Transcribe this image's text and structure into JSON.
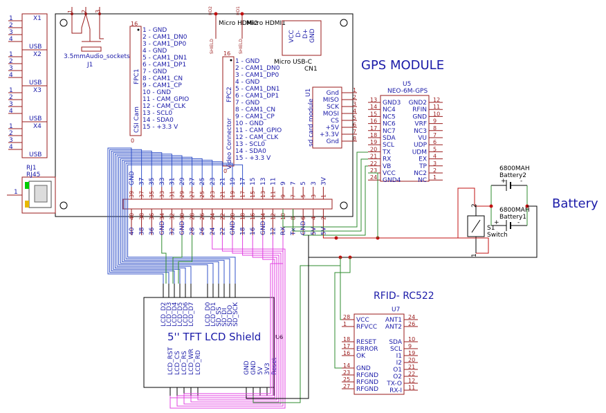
{
  "pi": {
    "jacks": [
      {
        "ref": "X1",
        "pins": [
          "1",
          "2",
          "3",
          "4"
        ],
        "name": "USB"
      },
      {
        "ref": "X2",
        "pins": [
          "1",
          "2",
          "3",
          "4"
        ],
        "name": "USB"
      },
      {
        "ref": "X3",
        "pins": [
          "1",
          "2",
          "3",
          "4"
        ],
        "name": "USB"
      },
      {
        "ref": "X4",
        "pins": [
          "1",
          "2",
          "3",
          "4"
        ],
        "name": "USB"
      }
    ],
    "rj": {
      "ref": "RJ1",
      "value": "RJ45",
      "pin": "1"
    },
    "audio": {
      "pins": [
        "1",
        "2",
        "3"
      ],
      "value": "3.5mmAudio_sockets",
      "ref": "J1"
    },
    "fpc1": {
      "ref": "FPC1",
      "value": "CSI Cam",
      "top": "16",
      "bottom": "0",
      "pins": [
        "1 - GND",
        "2 - CAM1_DN0",
        "3 - CAM1_DP0",
        "4 - GND",
        "5 - CAM1_DN1",
        "6 - CAM1_DP1",
        "7 - GND",
        "8 - CAM1_CN",
        "9 - CAM1_CP",
        "10 - GND",
        "11 - CAM_GPIO",
        "12 - CAM_CLK",
        "13 - SCL0",
        "14 - SDA0",
        "15 - +3.3 V"
      ]
    },
    "fpc2": {
      "ref": "FPC2",
      "value": "Video Connector",
      "top": "16",
      "bottom": "0",
      "pins": [
        "1 - GND",
        "2 - CAM1_DN0",
        "3 - CAM1_DP0",
        "4 - GND",
        "5 - CAM1_DN1",
        "6 - CAM1_DP1",
        "7 - GND",
        "8 - CAM1_CN",
        "9 - CAM1_CP",
        "10 - GND",
        "11 - CAM_GPIO",
        "12 - CAM_CLK",
        "13 - SCL0",
        "14 - SDA0",
        "15 - +3.3 V"
      ]
    },
    "hdmi": [
      {
        "name": "Micro HDMI2",
        "ref": "HD2",
        "shield": "SHIELD"
      },
      {
        "name": "Micro HDMI1",
        "ref": "HD1",
        "shield": "SHIELD"
      }
    ],
    "usbc": {
      "pins": [
        "VCC",
        "D-",
        "D+",
        "GND"
      ],
      "name": "Micro USB-C",
      "ref": "CN1"
    },
    "sd": {
      "ref": "U1",
      "name": "sd card module",
      "pins": [
        "Gnd",
        "MISO",
        "SCK",
        "MOSI",
        "CS",
        "+5V",
        "+3.3V",
        "Gnd"
      ],
      "nums": [
        "1",
        "2",
        "3",
        "4",
        "5",
        "6",
        "7",
        "8"
      ]
    },
    "header_top": {
      "labels": [
        "GND",
        "37",
        "35",
        "33",
        "31",
        "29",
        "27",
        "25",
        "23",
        "21",
        "19",
        "17",
        "15",
        "13",
        "11",
        "9",
        "7",
        "5",
        "3",
        "3V"
      ],
      "nums": [
        "39",
        "37",
        "35",
        "33",
        "31",
        "29",
        "27",
        "25",
        "23",
        "21",
        "19",
        "17",
        "15",
        "13",
        "11",
        "9",
        "7",
        "5",
        "3",
        "1"
      ]
    },
    "header_bottom": {
      "nums": [
        "40",
        "38",
        "36",
        "34",
        "32",
        "30",
        "28",
        "26",
        "24",
        "22",
        "20",
        "18",
        "16",
        "14",
        "12",
        "10",
        "8",
        "6",
        "4",
        "2"
      ],
      "labels": [
        "40",
        "38",
        "36",
        "GND",
        "32",
        "GND",
        "28",
        "26",
        "24",
        "22",
        "GND",
        "18",
        "16",
        "GND",
        "12",
        "RX",
        "Tx",
        "GND",
        "5V",
        "5V"
      ]
    }
  },
  "gps": {
    "title": "GPS MODULE",
    "ref": "U5",
    "value": "NEO-6M-GPS",
    "left": [
      {
        "n": "13",
        "p": "GND3"
      },
      {
        "n": "14",
        "p": "NC4"
      },
      {
        "n": "15",
        "p": "NC5"
      },
      {
        "n": "16",
        "p": "NC6"
      },
      {
        "n": "17",
        "p": "NC7"
      },
      {
        "n": "18",
        "p": "SDA"
      },
      {
        "n": "19",
        "p": "SCL"
      },
      {
        "n": "20",
        "p": "TX"
      },
      {
        "n": "21",
        "p": "RX"
      },
      {
        "n": "22",
        "p": "VB"
      },
      {
        "n": "23",
        "p": "VCC"
      },
      {
        "n": "24",
        "p": "GND4"
      }
    ],
    "right": [
      {
        "n": "12",
        "p": "GND2"
      },
      {
        "n": "11",
        "p": "RFIN"
      },
      {
        "n": "10",
        "p": "GND"
      },
      {
        "n": "9",
        "p": "VRF"
      },
      {
        "n": "8",
        "p": "NC3"
      },
      {
        "n": "7",
        "p": "VU"
      },
      {
        "n": "6",
        "p": "UDP"
      },
      {
        "n": "5",
        "p": "UDM"
      },
      {
        "n": "4",
        "p": "EX"
      },
      {
        "n": "3",
        "p": "TP"
      },
      {
        "n": "2",
        "p": "NC2"
      },
      {
        "n": "1",
        "p": "NC"
      }
    ]
  },
  "battery": {
    "title": "Battery",
    "b1": {
      "value": "6800MAH",
      "ref": "Battery1",
      "plus": "+",
      "minus": "-"
    },
    "b2": {
      "value": "6800MAH",
      "ref": "Battery2",
      "plus": "+",
      "minus": "-"
    },
    "switch": {
      "ref": "S1",
      "name": "Switch",
      "p1": "1",
      "p2": "2"
    }
  },
  "lcd": {
    "title": "5'' TFT LCD Shield",
    "ref": "U6",
    "top": [
      "LCD_D2",
      "LCD_D3",
      "LCD_D4",
      "LCD_D5",
      "LCD_D6",
      "LCD_D7",
      "LCD_D0",
      "LCD_D1",
      "SD_SS",
      "SD_DI",
      "SD_DO",
      "SD_SCK"
    ],
    "bottom": [
      "LCD_RST",
      "LCD_CS",
      "LCD_RS",
      "LCD_WR",
      "LCD_RD",
      "GND",
      "GND",
      "5V",
      "3V3",
      "Reset"
    ]
  },
  "rfid": {
    "title": "RFID- RC522",
    "ref": "U7",
    "left": [
      {
        "n": "28",
        "p": "VCC"
      },
      {
        "n": "1",
        "p": "RFVCC"
      },
      {
        "n": "18",
        "p": "RESET"
      },
      {
        "n": "17",
        "p": "ERROR"
      },
      {
        "n": "16",
        "p": "OK"
      },
      {
        "n": "14",
        "p": "GND"
      },
      {
        "n": "23",
        "p": "RFGND"
      },
      {
        "n": "25",
        "p": "RFGND"
      },
      {
        "n": "27",
        "p": "RFGND"
      }
    ],
    "right": [
      {
        "n": "24",
        "p": "ANT1"
      },
      {
        "n": "26",
        "p": "ANT2"
      },
      {
        "n": "10",
        "p": "SDA"
      },
      {
        "n": "9",
        "p": "SCL"
      },
      {
        "n": "19",
        "p": "I1"
      },
      {
        "n": "20",
        "p": "I2"
      },
      {
        "n": "21",
        "p": "O1"
      },
      {
        "n": "22",
        "p": "O2"
      },
      {
        "n": "12",
        "p": "TX-O"
      },
      {
        "n": "11",
        "p": "RX-I"
      }
    ]
  },
  "colors": {
    "blue": "#3050c8",
    "magenta": "#e040e0",
    "green": "#2e8b2e",
    "red": "#c01010",
    "black": "#000000"
  }
}
